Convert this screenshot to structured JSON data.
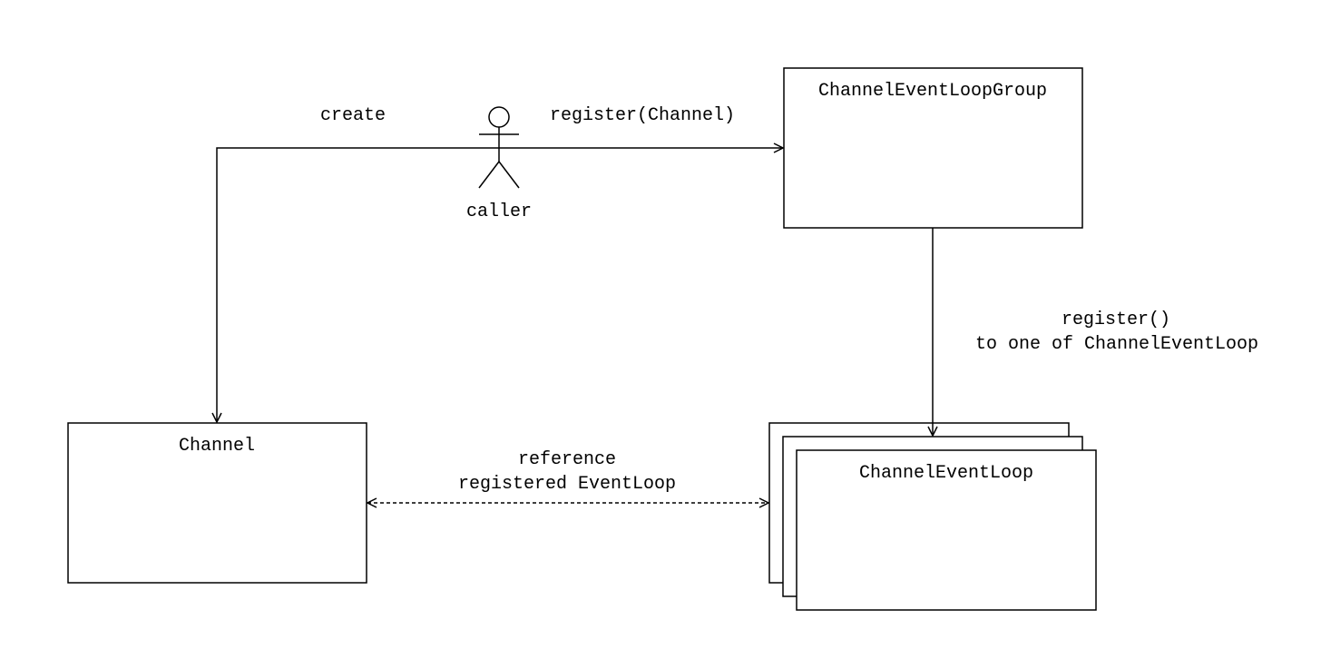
{
  "diagram": {
    "nodes": {
      "channel": {
        "label": "Channel"
      },
      "group": {
        "label": "ChannelEventLoopGroup"
      },
      "event_loop": {
        "label": "ChannelEventLoop"
      },
      "caller": {
        "label": "caller"
      }
    },
    "edges": {
      "create": {
        "label": "create"
      },
      "register_channel": {
        "label": "register(Channel)"
      },
      "register_loop": {
        "label_line1": "register()",
        "label_line2": "to one of ChannelEventLoop"
      },
      "reference": {
        "label_line1": "reference",
        "label_line2": "registered EventLoop"
      }
    }
  }
}
